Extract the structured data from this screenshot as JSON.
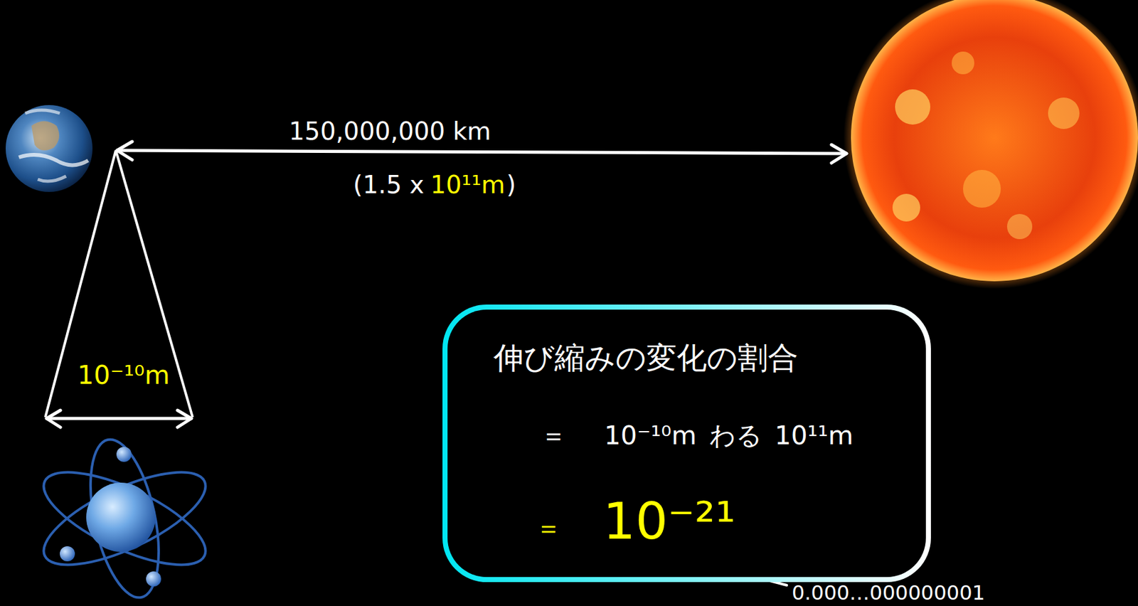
{
  "diagram": {
    "nodes": [
      {
        "text": [
          "伸び縮みの変化の割合",
          "＝",
          "10⁻¹⁰m",
          "わる",
          "10¹¹m",
          "＝",
          "10⁻²¹"
        ]
      }
    ],
    "labels": [
      "150,000,000 km",
      "(1.5 x",
      "10¹¹m",
      ")",
      "10⁻¹⁰m",
      "0.000…000000001"
    ]
  }
}
